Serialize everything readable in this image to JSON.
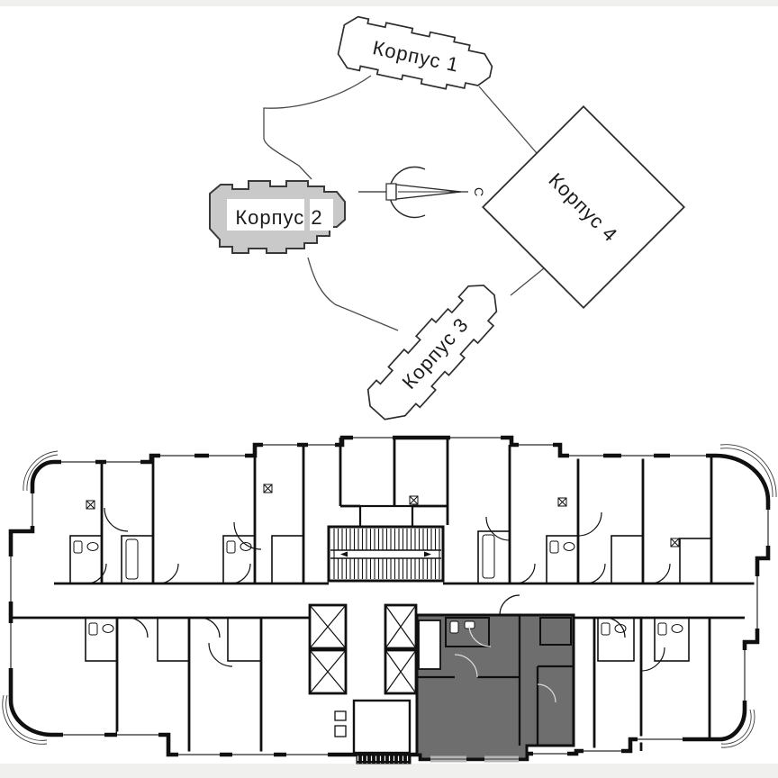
{
  "page": {
    "background": "#ffffff",
    "top_bar_color": "#f0f0ee",
    "bottom_bar_color": "#f0f0ee"
  },
  "site_plan": {
    "buildings": [
      {
        "id": "korpus-1",
        "label": "Корпус 1",
        "highlighted": false
      },
      {
        "id": "korpus-2",
        "label": "Корпус 2",
        "highlighted": true
      },
      {
        "id": "korpus-3",
        "label": "Корпус 3",
        "highlighted": false
      },
      {
        "id": "korpus-4",
        "label": "Корпус 4",
        "highlighted": false
      }
    ],
    "highlighted_building_fill": "#c9c9c9",
    "building_outline_color": "#3a3a3a",
    "compass": {
      "north_label": "С"
    }
  },
  "floor_plan": {
    "wall_color": "#101010",
    "selected_unit_fill": "#6e6e6e",
    "selected_unit_window_color": "#b5b5b5"
  }
}
